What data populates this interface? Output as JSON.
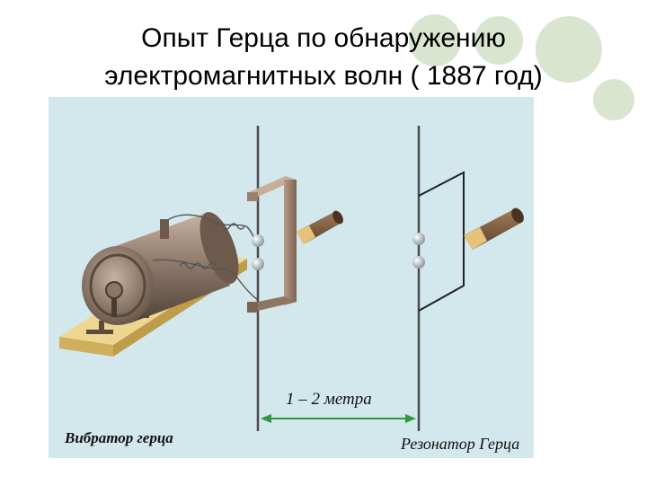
{
  "slide": {
    "title_line1": "Опыт Герца  по  обнаружению",
    "title_line2": "электромагнитных  волн ( 1887 год)"
  },
  "diagram": {
    "distance_label": "1 – 2 метра",
    "vibrator_caption": "Вибратор герца",
    "resonator_caption": "Резонатор Герца"
  },
  "colors": {
    "panel": "#d3e8ec",
    "deco_circles": "#d9e5cf",
    "arrow": "#2e9a3e",
    "rods": "#4a4a4a",
    "base": "#e6c97a",
    "coil": "#8a7462"
  },
  "icons": [
    "induction-coil-icon",
    "spark-ball-icon",
    "wooden-handle-icon"
  ]
}
